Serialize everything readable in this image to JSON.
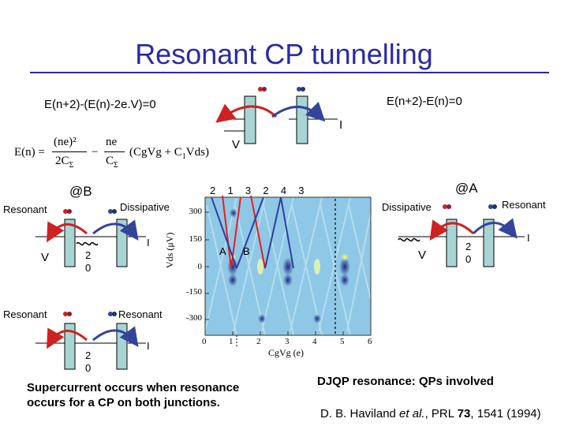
{
  "slide": {
    "title": "Resonant CP tunnelling",
    "top_left_condition": "E(n+2)-(E(n)-2e.V)=0",
    "top_right_condition": "E(n+2)-E(n)=0",
    "top_current_label": "I",
    "top_voltage_label": "V",
    "equation": "E(n) = (ne)²/2C_Σ − ne/C_Σ (CgVg + C1Vds)"
  },
  "left_panel": {
    "point_label": "@B",
    "resonant_top": "Resonant",
    "dissipative": "Dissipative",
    "current_label": "I",
    "voltage_label": "V",
    "state_top": "2",
    "state_bottom": "0",
    "resonant_left_bottom": "Resonant",
    "resonant_right_bottom": "Resonant",
    "bottom_current_label": "I",
    "bottom_state_top": "2",
    "bottom_state_bottom": "0"
  },
  "right_panel": {
    "point_label": "@A",
    "dissipative": "Dissipative",
    "resonant": "Resonant",
    "current_label": "I",
    "voltage_label": "V",
    "state_top": "2",
    "state_bottom": "0"
  },
  "plot": {
    "top_numbers": "2  1  3  2  4  3",
    "ylabel": "Vds (μV)",
    "yticks": [
      "300",
      "150",
      "0",
      "-150",
      "-300"
    ],
    "xlabel": "CgVg (e)",
    "xticks": [
      "0",
      "1",
      "2",
      "3",
      "4",
      "5",
      "6"
    ],
    "label_a": "A",
    "label_b": "B"
  },
  "texts": {
    "supercurrent": "Supercurrent occurs when resonance occurs for a CP on both junctions.",
    "djqp": "DJQP resonance: QPs involved",
    "reference_prefix": "D. B. Haviland ",
    "reference_etal": "et al.",
    "reference_journal": ", PRL ",
    "reference_volume": "73",
    "reference_rest": ", 1541 (1994)"
  },
  "colors": {
    "title": "#2a2aa8",
    "junction": "#a8d4d4",
    "red_arrow": "#cc2222",
    "blue_arrow": "#33449a",
    "plot_bg": "#8fc8e6"
  }
}
